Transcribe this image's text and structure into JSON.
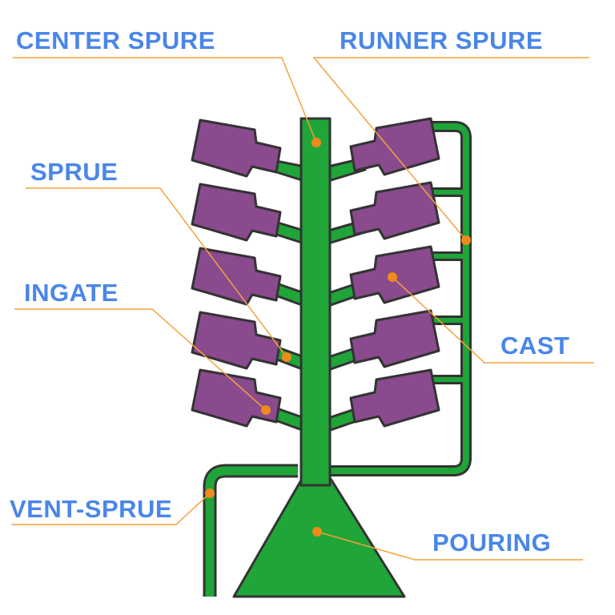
{
  "labels": {
    "center_spure": "CENTER SPURE",
    "runner_spure": "RUNNER SPURE",
    "sprue": "SPRUE",
    "ingate": "INGATE",
    "cast": "CAST",
    "vent_sprue": "VENT-SPRUE",
    "pouring": "POURING"
  },
  "colors": {
    "label_text": "#4a86e8",
    "leader_line": "#f4a23c",
    "pointer_dot": "#f08a1c",
    "metal_green": "#1fa538",
    "cast_purple": "#8a4a8e",
    "outline": "#333333"
  }
}
